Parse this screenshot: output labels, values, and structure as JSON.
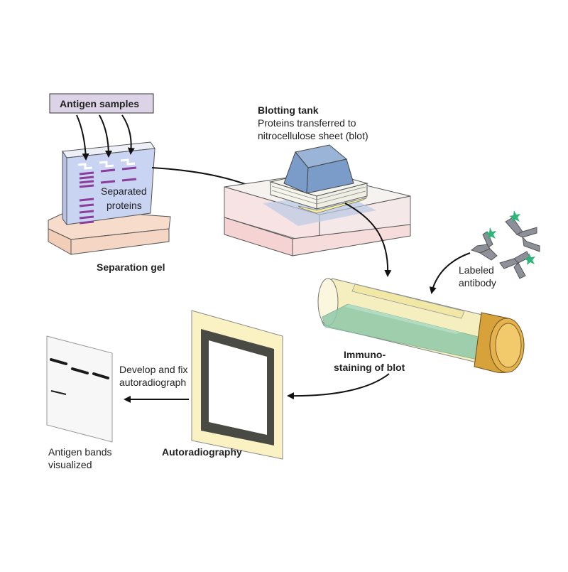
{
  "labels": {
    "antigen_samples": "Antigen samples",
    "separated_proteins_1": "Separated",
    "separated_proteins_2": "proteins",
    "separation_gel": "Separation gel",
    "blotting_tank_title": "Blotting tank",
    "blotting_tank_desc_1": "Proteins transferred to",
    "blotting_tank_desc_2": "nitrocellulose sheet (blot)",
    "labeled_antibody_1": "Labeled",
    "labeled_antibody_2": "antibody",
    "immunostaining_1": "Immuno-",
    "immunostaining_2": "staining of blot",
    "develop_1": "Develop and fix",
    "develop_2": "autoradiograph",
    "autoradiography": "Autoradiography",
    "antigen_bands_1": "Antigen bands",
    "antigen_bands_2": "visualized"
  },
  "colors": {
    "label_box_fill": "#ddd3e6",
    "gel_fill": "#c9d3f2",
    "band_color": "#8b3d9a",
    "blot_block": "#7b9cc8",
    "tube_fill": "#f4edb8",
    "tube_cap": "#d8a23a",
    "blot_sheet": "#8fc9a8",
    "antibody": "#8d8f99",
    "label_star": "#2fb57a",
    "film_frame": "#fbf2c4",
    "film_border": "#4a4a45",
    "band_dark": "#1a1a1a"
  }
}
